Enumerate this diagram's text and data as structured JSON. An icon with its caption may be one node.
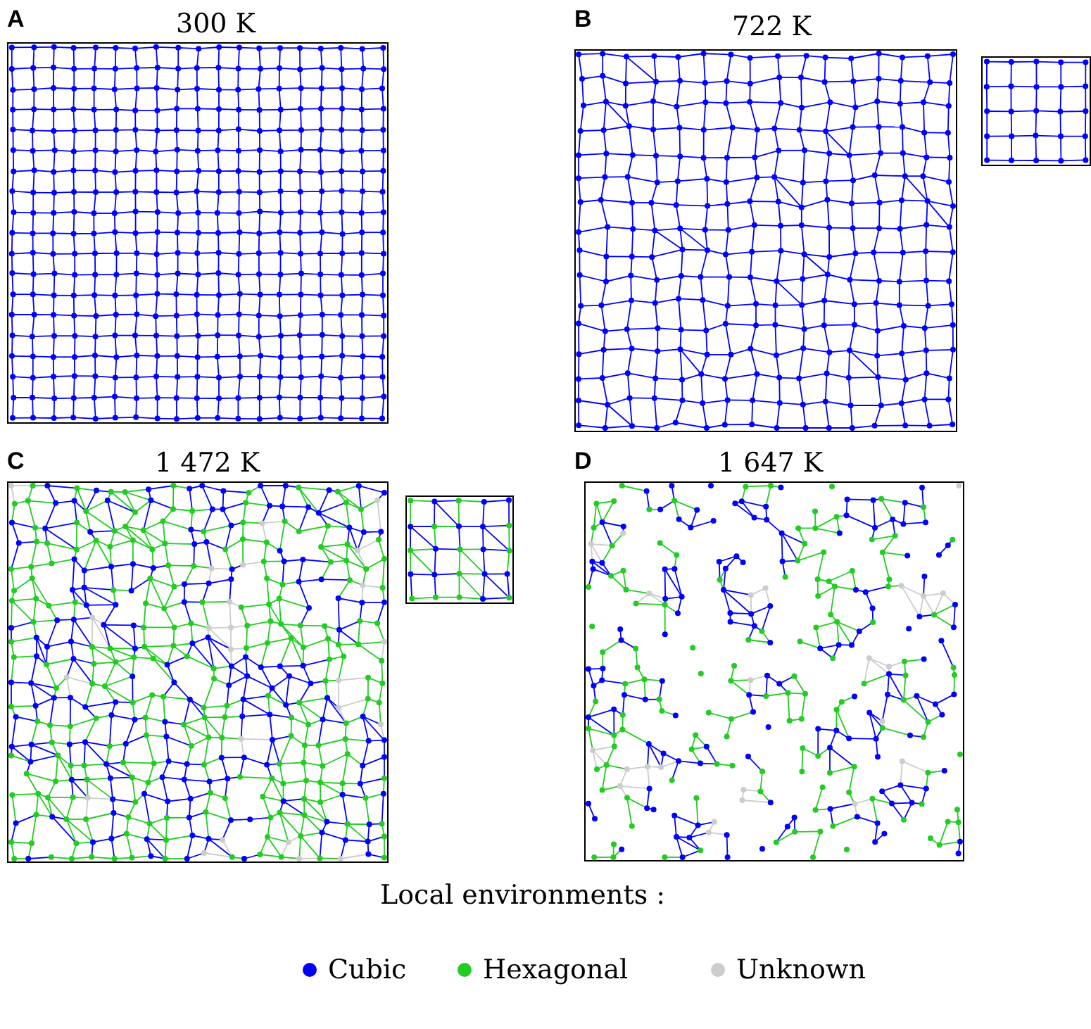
{
  "diagram": {
    "labels": [
      "A",
      "300 K",
      "B",
      "722 K",
      "C",
      "1 472 K",
      "D",
      "1 647 K",
      "Local environments :"
    ],
    "legend": [
      {
        "text": "Cubic",
        "color": "#0000ff"
      },
      {
        "text": "Hexagonal",
        "color": "#22cc22"
      },
      {
        "text": "Unknown",
        "color": "#cccccc"
      }
    ]
  }
}
